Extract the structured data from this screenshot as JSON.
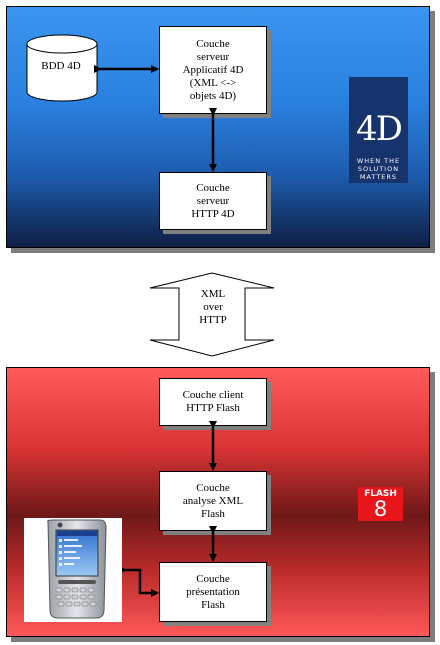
{
  "server_panel": {
    "db_label": "BDD 4D",
    "app_layer_label": "Couche\nserveur\nApplicatif 4D\n(XML <->\nobjets 4D)",
    "http_layer_label": "Couche\nserveur\nHTTP 4D",
    "logo": {
      "mark": "4D",
      "tagline": "WHEN THE SOLUTION MATTERS"
    }
  },
  "transport": {
    "label": "XML\nover\nHTTP"
  },
  "client_panel": {
    "http_client_label": "Couche client\nHTTP Flash",
    "xml_layer_label": "Couche\nanalyse XML\nFlash",
    "presentation_label": "Couche\nprésentation\nFlash",
    "logo": {
      "name": "FLASH",
      "version": "8"
    }
  },
  "colors": {
    "server_panel": "#2a80df",
    "client_panel": "#d83434",
    "logo_4d": "#17336b",
    "logo_flash": "#e8161b"
  }
}
